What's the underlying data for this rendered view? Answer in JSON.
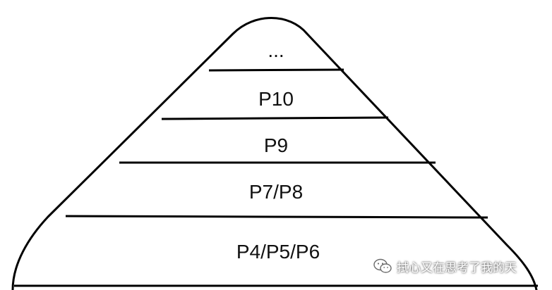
{
  "pyramid": {
    "levels": [
      {
        "label": "..."
      },
      {
        "label": "P10"
      },
      {
        "label": "P9"
      },
      {
        "label": "P7/P8"
      },
      {
        "label": "P4/P5/P6"
      }
    ]
  },
  "watermark": {
    "icon": "wechat-icon",
    "text": "拭心又在思考了我的天"
  },
  "colors": {
    "stroke": "#000000",
    "text": "#111111",
    "background": "#ffffff"
  }
}
